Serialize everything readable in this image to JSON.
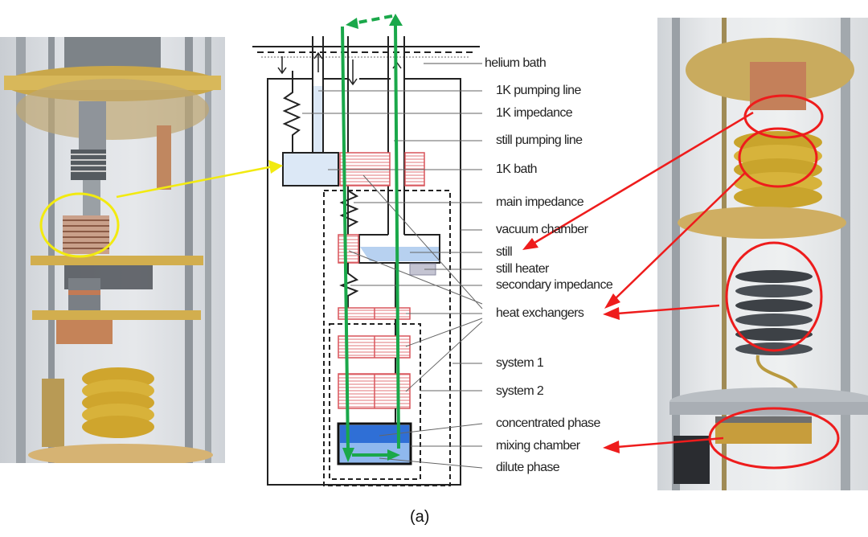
{
  "figure": {
    "caption": "(a)",
    "colors": {
      "flow_arrow": "#1aa84a",
      "left_highlight": "#f2ea10",
      "right_highlight": "#ee1c1c",
      "heat_exchanger": "#d9545a",
      "liquid_light": "#c9dcf3",
      "concentrated_phase": "#2f6fd6",
      "dilute_phase": "#8fb8ee",
      "still_heater": "#b9b9c8"
    }
  },
  "labels": [
    {
      "id": "helium-bath",
      "text": "helium bath"
    },
    {
      "id": "1k-pumping-line",
      "text": "1K pumping line"
    },
    {
      "id": "1k-impedance",
      "text": "1K impedance"
    },
    {
      "id": "still-pumping-line",
      "text": "still pumping line"
    },
    {
      "id": "1k-bath",
      "text": "1K bath"
    },
    {
      "id": "main-impedance",
      "text": "main impedance"
    },
    {
      "id": "vacuum-chamber",
      "text": "vacuum chamber"
    },
    {
      "id": "still",
      "text": "still"
    },
    {
      "id": "still-heater",
      "text": "still heater"
    },
    {
      "id": "secondary-impedance",
      "text": "secondary  impedance"
    },
    {
      "id": "heat-exchangers",
      "text": "heat exchangers"
    },
    {
      "id": "system-1",
      "text": "system 1"
    },
    {
      "id": "system-2",
      "text": "system 2"
    },
    {
      "id": "concentrated-phase",
      "text": "concentrated phase"
    },
    {
      "id": "mixing-chamber",
      "text": "mixing chamber"
    },
    {
      "id": "dilute-phase",
      "text": "dilute phase"
    }
  ],
  "photos": {
    "left": {
      "subject": "dilution refrigerator insert",
      "highlight": "1K bath copper coil"
    },
    "right": {
      "subject": "dilution refrigerator lower stages",
      "highlights": [
        "still",
        "heat exchangers (coil)",
        "heat exchangers (discrete)",
        "mixing chamber"
      ]
    }
  }
}
